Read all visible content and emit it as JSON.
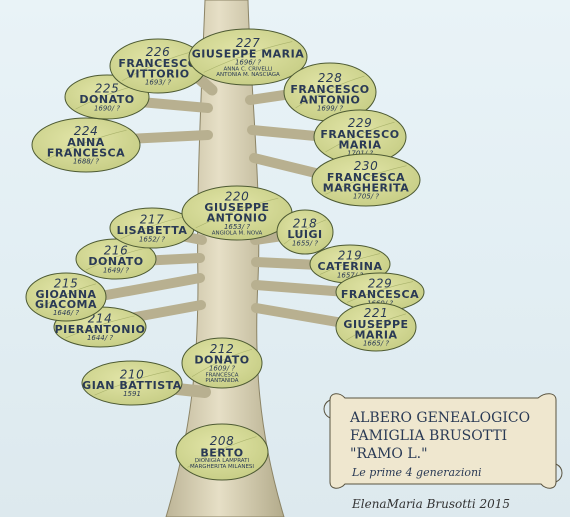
{
  "scroll": {
    "line1": "ALBERO GENEALOGICO",
    "line2": "FAMIGLIA BRUSOTTI",
    "line3": "\"RAMO L.\"",
    "line4": "Le prime 4 generazioni"
  },
  "signature": "ElenaMaria Brusotti 2015",
  "people": [
    {
      "id": "208",
      "name": "BERTO",
      "dates": "",
      "spouse": "DIONIGIA LAMPRATI",
      "spouse2": "MARGHERITA MILANESI"
    },
    {
      "id": "210",
      "name": "GIAN BATTISTA",
      "dates": "1591",
      "spouse": "",
      "spouse2": ""
    },
    {
      "id": "212",
      "name": "DONATO",
      "dates": "1609/ ?",
      "spouse": "FRANCESCA",
      "spouse2": "PIANTANIDA"
    },
    {
      "id": "214",
      "name": "PIERANTONIO",
      "dates": "1644/ ?",
      "spouse": "",
      "spouse2": ""
    },
    {
      "id": "215",
      "name": "GIOANNA GIACOMA",
      "dates": "1646/ ?",
      "spouse": "",
      "spouse2": ""
    },
    {
      "id": "216",
      "name": "DONATO",
      "dates": "1649/ ?",
      "spouse": "",
      "spouse2": ""
    },
    {
      "id": "217",
      "name": "LISABETTA",
      "dates": "1652/ ?",
      "spouse": "",
      "spouse2": ""
    },
    {
      "id": "220",
      "name": "GIUSEPPE ANTONIO",
      "dates": "1653/ ?",
      "spouse": "ANGIOLA M. NOVA",
      "spouse2": ""
    },
    {
      "id": "218",
      "name": "LUIGI",
      "dates": "1655/ ?",
      "spouse": "",
      "spouse2": ""
    },
    {
      "id": "219",
      "name": "CATERINA",
      "dates": "1657/ ?",
      "spouse": "",
      "spouse2": ""
    },
    {
      "id": "229",
      "name": "FRANCESCA",
      "dates": "1660/ ?",
      "spouse": "",
      "spouse2": ""
    },
    {
      "id": "221",
      "name": "GIUSEPPE MARIA",
      "dates": "1665/ ?",
      "spouse": "",
      "spouse2": ""
    },
    {
      "id": "224",
      "name": "ANNA FRANCESCA",
      "dates": "1688/ ?",
      "spouse": "",
      "spouse2": ""
    },
    {
      "id": "225",
      "name": "DONATO",
      "dates": "1690/ ?",
      "spouse": "",
      "spouse2": ""
    },
    {
      "id": "226",
      "name": "FRANCESCO VITTORIO",
      "dates": "1693/ ?",
      "spouse": "",
      "spouse2": ""
    },
    {
      "id": "227",
      "name": "GIUSEPPE MARIA",
      "dates": "1696/ ?",
      "spouse": "ANNA C. CRIVELLI",
      "spouse2": "ANTONIA M. NASCIAGA"
    },
    {
      "id": "228",
      "name": "FRANCESCO ANTONIO",
      "dates": "1699/ ?",
      "spouse": "",
      "spouse2": ""
    },
    {
      "id": "229",
      "name": "FRANCESCO MARIA",
      "dates": "1701/ ?",
      "spouse": "",
      "spouse2": ""
    },
    {
      "id": "230",
      "name": "FRANCESCA MARGHERITA",
      "dates": "1705/ ?",
      "spouse": "",
      "spouse2": ""
    }
  ]
}
